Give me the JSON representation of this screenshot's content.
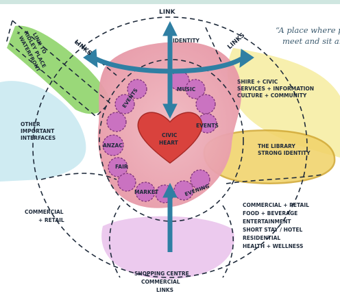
{
  "header_text": "",
  "quote": {
    "line1": "“A place where p",
    "line2": "meet and sit ar"
  },
  "arrow_labels": {
    "top": "LINK",
    "left": "LINKS",
    "right": "LINKS"
  },
  "center": {
    "line1": "CIVIC",
    "line2": "HEART"
  },
  "circle_labels": {
    "identity": "IDENTITY",
    "events_top": "EVENTS",
    "music": "MUSIC",
    "events_right": "EVENTS",
    "anzac": "ANZAC",
    "fair": "FAIR",
    "market": "MARKET",
    "evening": "EVENING"
  },
  "zones": {
    "ridley_place": [
      "LINK TO",
      "RIDLEY PLACE",
      "+ WATERFRONT"
    ],
    "other_interfaces": [
      "OTHER",
      "IMPORTANT",
      "INTERFACES"
    ],
    "shire": [
      "SHIRE + CIVIC",
      "SERVICES + INFORMATION",
      "CULTURE + COMMUNITY"
    ],
    "library": [
      "THE LIBRARY",
      "STRONG IDENTITY"
    ],
    "commercial_left": [
      "COMMERCIAL",
      "+ RETAIL"
    ],
    "commercial_right": [
      "COMMERCIAL + RETAIL",
      "FOOD + BEVERAGE",
      "ENTERTAINMENT",
      "SHORT STAY / HOTEL",
      "RESIDENTIAL",
      "HEALTH + WELLNESS"
    ],
    "shopping": [
      "SHOPPING CENTRE",
      "COMMERCIAL",
      "LINKS"
    ]
  },
  "colors": {
    "green": "#8fd46a",
    "yellow": "#f1e07a",
    "blue": "#a8d8e6",
    "pink": "#e8a9b8",
    "purple": "#c970c2",
    "heart": "#d9423d",
    "arrow": "#2f7fa3",
    "line": "#1e2a3a"
  }
}
